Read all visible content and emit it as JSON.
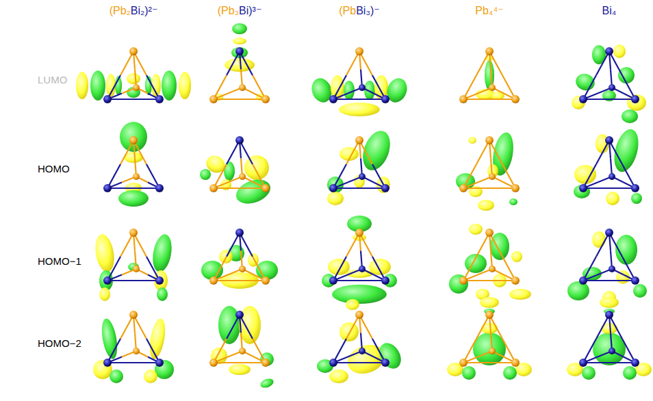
{
  "diagram": {
    "labels": [
      "(Pb₂Bi₂)²⁻",
      "(Pb₃Bi)³⁻",
      "(PbBi₃)⁻",
      "Pb₄⁴⁻",
      "Bi₄",
      "LUMO",
      "HOMO",
      "HOMO−1",
      "HOMO−2"
    ]
  }
}
